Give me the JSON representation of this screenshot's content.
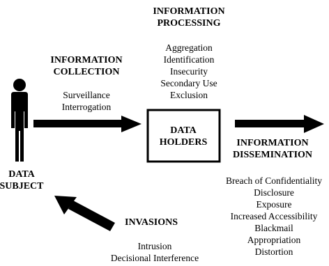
{
  "diagram": {
    "processing": {
      "heading": [
        "INFORMATION",
        "PROCESSING"
      ],
      "items": [
        "Aggregation",
        "Identification",
        "Insecurity",
        "Secondary Use",
        "Exclusion"
      ]
    },
    "collection": {
      "heading": [
        "INFORMATION",
        "COLLECTION"
      ],
      "items": [
        "Surveillance",
        "Interrogation"
      ]
    },
    "data_holders": [
      "DATA",
      "HOLDERS"
    ],
    "dissemination": {
      "heading": [
        "INFORMATION",
        "DISSEMINATION"
      ],
      "items": [
        "Breach of Confidentiality",
        "Disclosure",
        "Exposure",
        "Increased Accessibility",
        "Blackmail",
        "Appropriation",
        "Distortion"
      ]
    },
    "data_subject": [
      "DATA",
      "SUBJECT"
    ],
    "invasions": {
      "heading": "INVASIONS",
      "items": [
        "Intrusion",
        "Decisional Interference"
      ]
    },
    "icons": {
      "subject": "person-icon"
    }
  }
}
